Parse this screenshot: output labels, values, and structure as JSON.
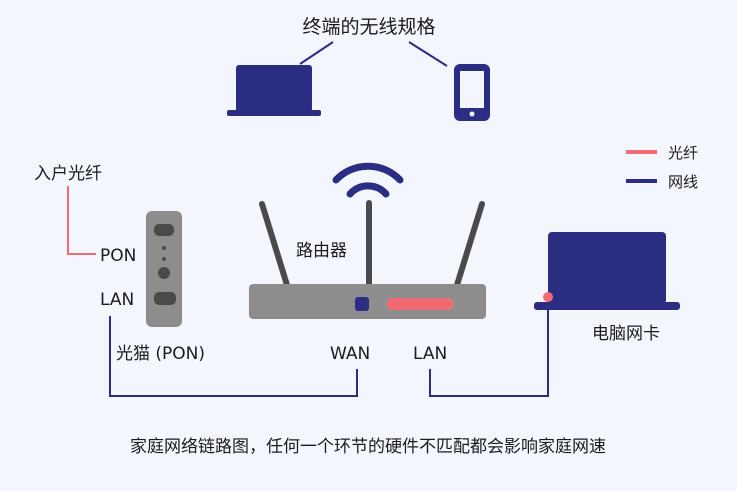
{
  "colors": {
    "background": "#f3f6fc",
    "fiber": "#f26b73",
    "network": "#2b2d83",
    "device_gray": "#8d8d8d",
    "device_dark": "#4a4a4a",
    "text": "#1b1b1b"
  },
  "title": "终端的无线规格",
  "legend": [
    {
      "label": "光纤",
      "color": "#f26b73"
    },
    {
      "label": "网线",
      "color": "#2b2d83"
    }
  ],
  "labels": {
    "fiber_in": "入户光纤",
    "pon_port": "PON",
    "lan_port": "LAN",
    "modem": "光猫 (PON)",
    "router": "路由器",
    "wan": "WAN",
    "router_lan": "LAN",
    "pc_card": "电脑网卡"
  },
  "icons": {
    "laptop": "laptop-icon",
    "phone": "phone-icon",
    "router": "router-icon",
    "modem": "modem-icon",
    "wifi": "wifi-icon"
  },
  "caption": "家庭网络链路图，任何一个环节的硬件不匹配都会影响家庭网速"
}
